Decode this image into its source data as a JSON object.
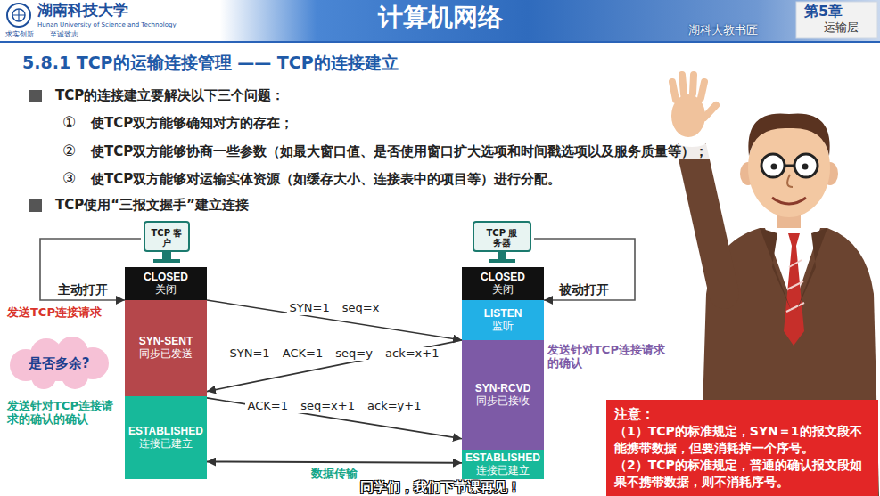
{
  "diagram": {
    "title": "计算机网络",
    "caption": "同学们，我们下节课再见！",
    "nodes": [
      {
        "text": [
          "TCP 客户"
        ]
      },
      {
        "text": [
          "TCP 服务器"
        ]
      },
      {
        "text": [
          "CLOSED",
          "关闭"
        ]
      },
      {
        "text": [
          "SYN-SENT",
          "同步已发送"
        ]
      },
      {
        "text": [
          "ESTABLISHED",
          "连接已建立"
        ]
      },
      {
        "text": [
          "CLOSED",
          "关闭"
        ]
      },
      {
        "text": [
          "LISTEN",
          "监听"
        ]
      },
      {
        "text": [
          "SYN-RCVD",
          "同步已接收"
        ]
      },
      {
        "text": [
          "ESTABLISHED",
          "连接已建立"
        ]
      },
      {
        "text": [
          "是否多余?"
        ]
      },
      {
        "text": [
          "注意：",
          "（1）TCP的标准规定，SYN＝1的报文段不能携带数据，但要消耗掉一个序号。",
          "（2）TCP的标准规定，普通的确认报文段如果不携带数据，则不消耗序号。"
        ]
      }
    ],
    "edges": [
      {
        "from": 0,
        "to": 3,
        "arrow": "to",
        "label": "主动打开"
      },
      {
        "from": 1,
        "to": 6,
        "arrow": "to",
        "label": "被动打开"
      },
      {
        "from": 3,
        "to": 6,
        "arrow": "to",
        "label": "SYN=1 seq=x"
      },
      {
        "from": 7,
        "to": 3,
        "arrow": "to",
        "label": "SYN=1 ACK=1 seq=y ack=x+1"
      },
      {
        "from": 4,
        "to": 7,
        "arrow": "to",
        "label": "ACK=1 seq=x+1 ack=y+1"
      },
      {
        "from": 4,
        "to": 8,
        "arrow": "both",
        "label": "数据传输"
      }
    ],
    "labels": [
      "湖南科技大学",
      "Hunan University of Science and Technology",
      "求实创新",
      "至诚致志",
      "第5章",
      "运输层",
      "湖科大教书匠",
      "5.8.1 TCP的运输连接管理 —— TCP的连接建立",
      "TCP的连接建立要解决以下三个问题：",
      "①",
      "使TCP双方能够确知对方的存在；",
      "②",
      "使TCP双方能够协商一些参数（如最大窗口值、是否使用窗口扩大选项和时间戳选项以及服务质量等）；",
      "③",
      "使TCP双方能够对运输实体资源（如缓存大小、连接表中的项目等）进行分配。",
      "TCP使用“三报文握手”建立连接",
      "发送TCP连接请求",
      "发送针对TCP连接请求的确认的确认",
      "发送针对TCP连接请求的确认"
    ]
  }
}
